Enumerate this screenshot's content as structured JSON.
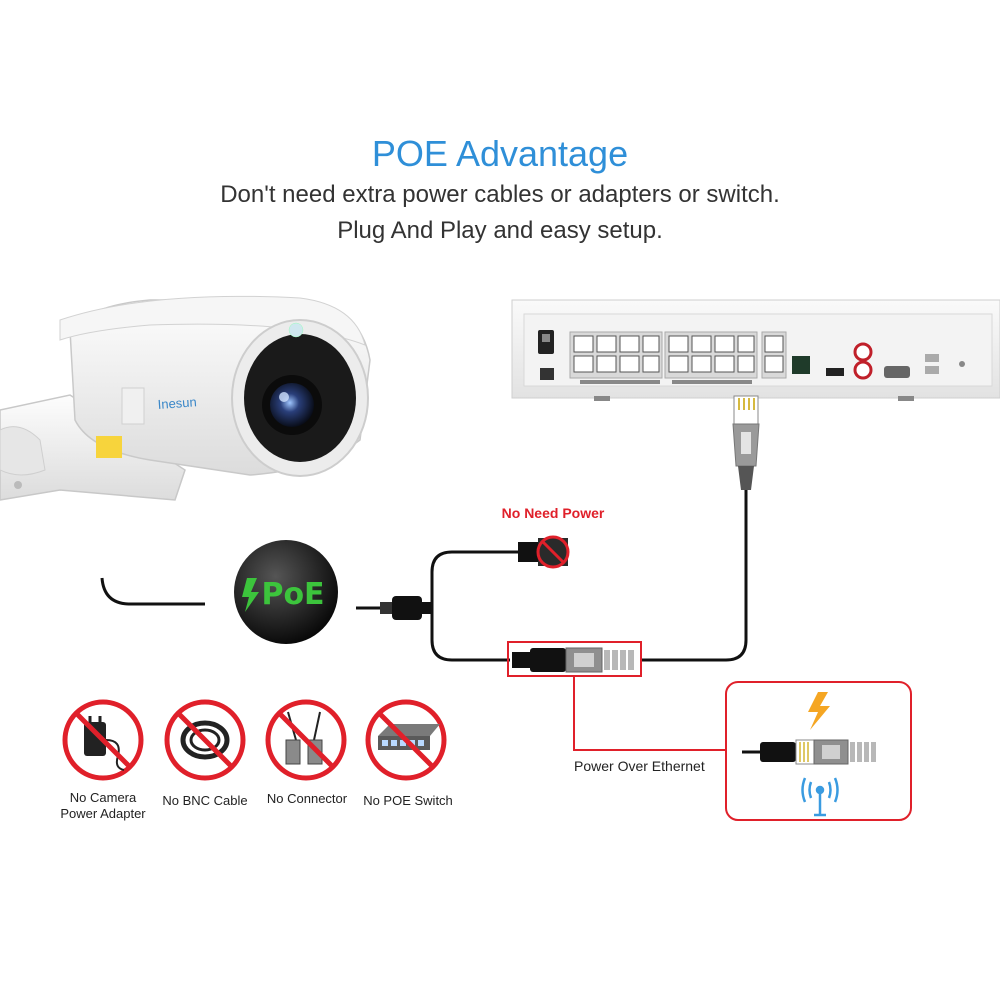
{
  "header": {
    "title": "POE Advantage",
    "subtitle_line1": "Don't need extra power cables or adapters or switch.",
    "subtitle_line2": "Plug And Play and easy setup."
  },
  "camera": {
    "brand": "Inesun"
  },
  "poe_badge": {
    "text": "PoE"
  },
  "callouts": {
    "no_need_power": "No Need Power",
    "power_over_ethernet": "Power Over Ethernet"
  },
  "not_needed": [
    {
      "label_line1": "No Camera",
      "label_line2": "Power Adapter"
    },
    {
      "label_line1": "No BNC Cable",
      "label_line2": ""
    },
    {
      "label_line1": "No Connector",
      "label_line2": ""
    },
    {
      "label_line1": "No POE Switch",
      "label_line2": ""
    }
  ],
  "colors": {
    "title_blue": "#2f8fd8",
    "prohibit_red": "#e0202a",
    "poe_green": "#3cc43c",
    "lightning_orange": "#f5a623",
    "signal_blue": "#3a9be0"
  }
}
